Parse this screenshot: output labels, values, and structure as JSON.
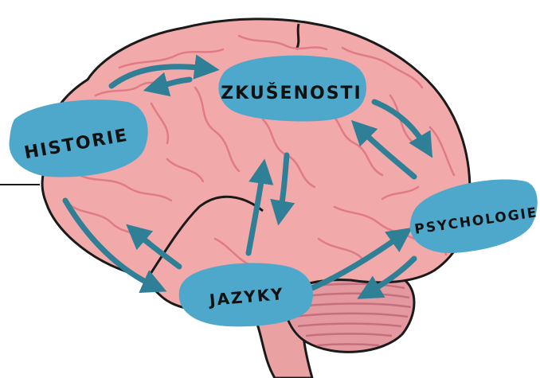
{
  "diagram": {
    "nodes": {
      "zkusenosti": {
        "label": "ZKUŠENOSTI"
      },
      "historie": {
        "label": "HISTORIE"
      },
      "psychologie": {
        "label": "PSYCHOLOGIE"
      },
      "jazyky": {
        "label": "JAZYKY"
      }
    },
    "colors": {
      "brain_fill": "#f2a9aa",
      "brain_outline": "#1a1a1a",
      "fold_lines": "#e07b86",
      "node_fill": "#4ea8cc",
      "arrow": "#2f7f96",
      "cerebellum": "#d98a94",
      "stem": "#eaa1a2"
    },
    "icons": [
      "brain-illustration",
      "cerebellum",
      "brain-stem"
    ]
  }
}
